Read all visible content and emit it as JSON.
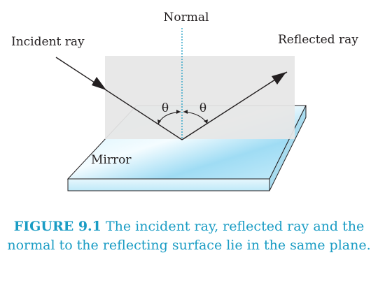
{
  "labels": {
    "normal": "Normal",
    "incident": "Incident ray",
    "reflected": "Reflected ray",
    "mirror": "Mirror",
    "angle_incidence": "θ",
    "angle_reflection": "θ"
  },
  "caption": {
    "figure_number": "FIGURE 9.1",
    "text": "The incident ray, reflected ray and the normal to the reflecting surface lie in the same plane."
  },
  "colors": {
    "caption": "#1a9cc4",
    "normal_line": "#1a9cc4",
    "plane": "#e6e6e6",
    "mirror_top": "#aee3f6",
    "mirror_front": "#d8f2fb",
    "ray": "#231f20"
  }
}
